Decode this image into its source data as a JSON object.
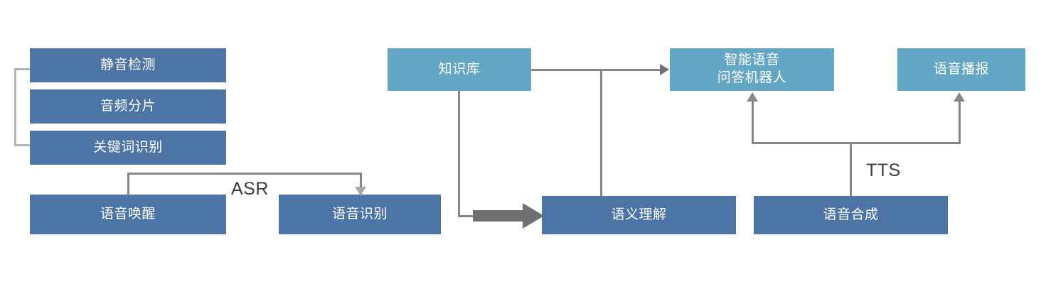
{
  "diagram": {
    "title_visible": false,
    "colors": {
      "box_dark_blue": "#4c74a5",
      "box_light_blue": "#63a7c5",
      "connector_gray": "#848789",
      "block_arrow_gray": "#6e7174",
      "bracket_gray": "#b1b3b5",
      "label_text": "#3c3c3c",
      "box_text": "#ffffff",
      "background": "#ffffff"
    },
    "nodes": [
      {
        "id": "silence-detection",
        "label": "静音检测",
        "style": "dark"
      },
      {
        "id": "audio-segmentation",
        "label": "音频分片",
        "style": "dark"
      },
      {
        "id": "keyword-spotting",
        "label": "关键词识别",
        "style": "dark"
      },
      {
        "id": "voice-wakeup",
        "label": "语音唤醒",
        "style": "dark"
      },
      {
        "id": "speech-recognition",
        "label": "语音识别",
        "style": "dark"
      },
      {
        "id": "knowledge-base",
        "label": "知识库",
        "style": "light"
      },
      {
        "id": "semantic-understanding",
        "label": "语义理解",
        "style": "dark"
      },
      {
        "id": "qa-robot",
        "label": "智能语音\n问答机器人",
        "line1": "智能语音",
        "line2": "问答机器人",
        "style": "light"
      },
      {
        "id": "speech-synthesis",
        "label": "语音合成",
        "style": "dark"
      },
      {
        "id": "voice-broadcast",
        "label": "语音播报",
        "style": "light"
      }
    ],
    "edge_labels": {
      "asr": "ASR",
      "tts": "TTS"
    }
  }
}
